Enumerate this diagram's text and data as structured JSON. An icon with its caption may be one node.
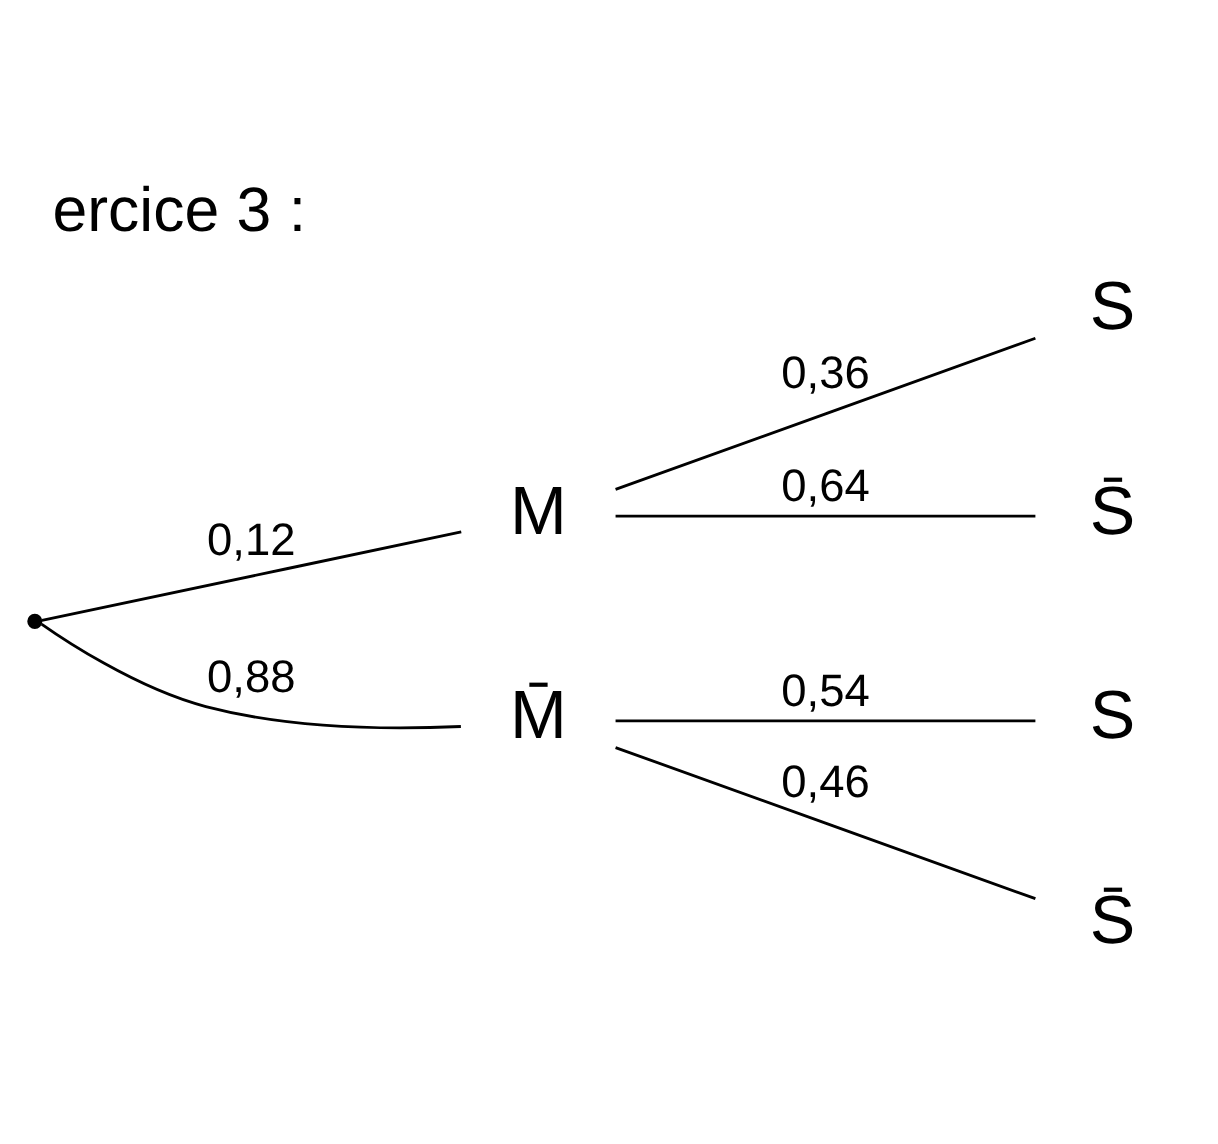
{
  "diagram": {
    "title": "ercice 3 :",
    "nodes": [
      {
        "text": [],
        "shape": "point"
      },
      {
        "text": [
          "M"
        ]
      },
      {
        "text": [
          "M̄"
        ]
      },
      {
        "text": [
          "S"
        ]
      },
      {
        "text": [
          "S̄"
        ]
      },
      {
        "text": [
          "S"
        ]
      },
      {
        "text": [
          "S̄"
        ]
      }
    ],
    "edges": [
      {
        "from": 0,
        "to": 1,
        "arrow": "none",
        "label": "0,12"
      },
      {
        "from": 0,
        "to": 2,
        "arrow": "none",
        "label": "0,88"
      },
      {
        "from": 1,
        "to": 3,
        "arrow": "none",
        "label": "0,36"
      },
      {
        "from": 1,
        "to": 4,
        "arrow": "none",
        "label": "0,64"
      },
      {
        "from": 2,
        "to": 5,
        "arrow": "none",
        "label": "0,54"
      },
      {
        "from": 2,
        "to": 6,
        "arrow": "none",
        "label": "0,46"
      }
    ]
  }
}
